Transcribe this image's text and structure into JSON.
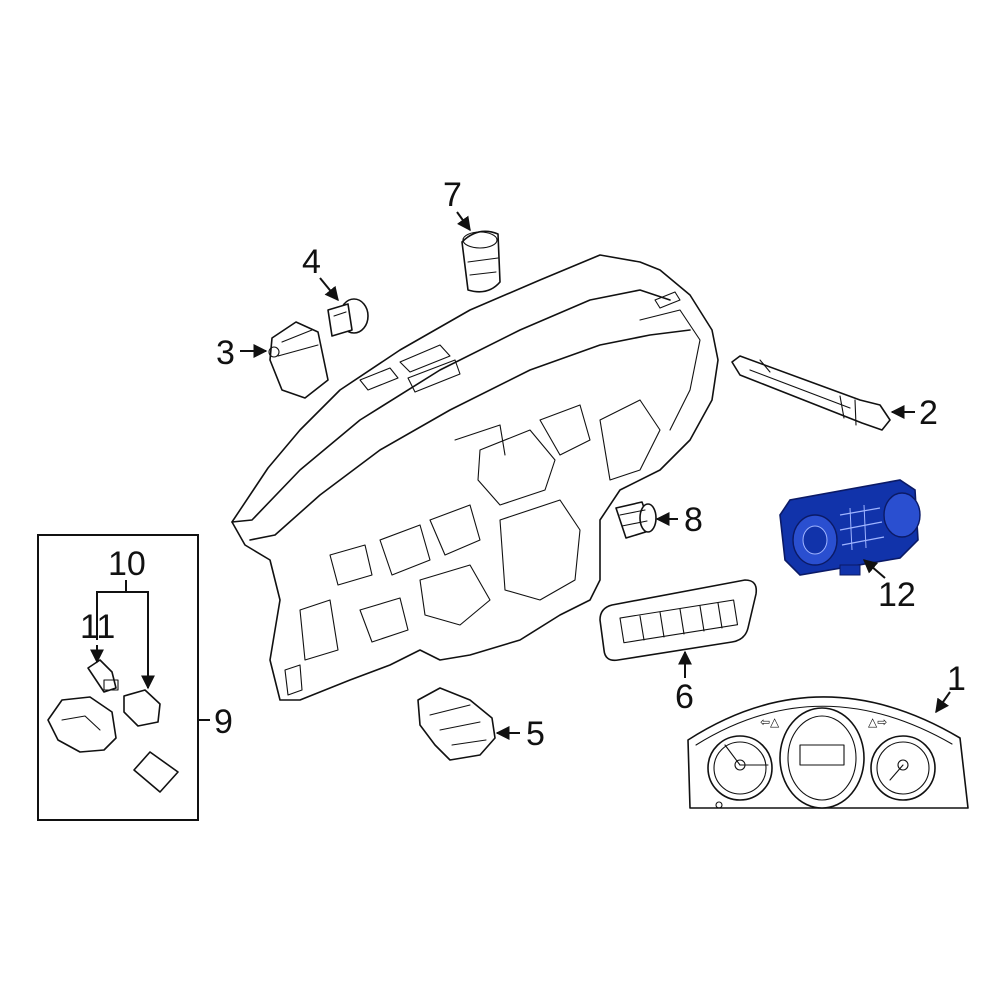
{
  "highlight_color": "#1133aa",
  "callouts": {
    "c1": "1",
    "c2": "2",
    "c3": "3",
    "c4": "4",
    "c5": "5",
    "c6": "6",
    "c7": "7",
    "c8": "8",
    "c9": "9",
    "c10": "10",
    "c11": "11",
    "c12": "12"
  }
}
